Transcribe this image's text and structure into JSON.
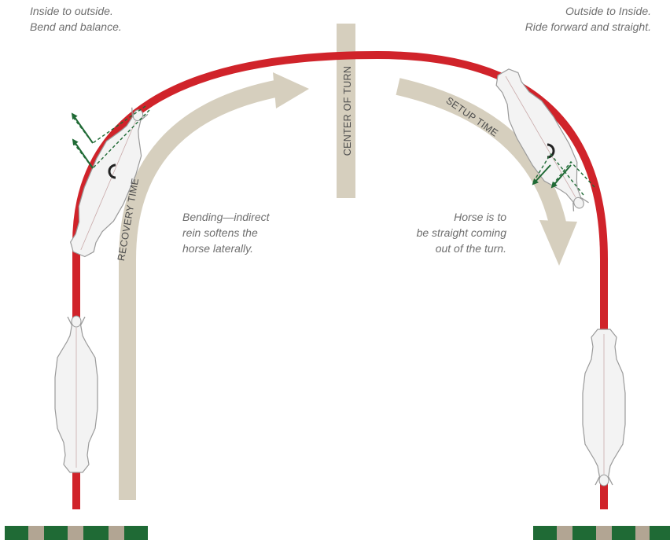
{
  "corner_left": {
    "line1": "Inside to outside.",
    "line2": "Bend and balance."
  },
  "corner_right": {
    "line1": "Outside to Inside.",
    "line2": "Ride forward and straight."
  },
  "labels": {
    "center": "CENTER OF TURN",
    "recovery": "RECOVERY TIME",
    "setup": "SETUP TIME"
  },
  "notes": {
    "bending": [
      "Bending—indirect",
      "rein softens the",
      "horse laterally."
    ],
    "straight": [
      "Horse is to",
      "be straight coming",
      "out of the turn."
    ]
  },
  "colors": {
    "path_red": "#d0232a",
    "arrow_tan": "#d6cfbe",
    "rein_green": "#1f6a35",
    "stripe_green": "#1f6a35",
    "stripe_tan": "#b2a593"
  },
  "icons": [
    "horse-topview-icon",
    "rein-direction-arrow-icon",
    "rider-leg-c-icon"
  ]
}
